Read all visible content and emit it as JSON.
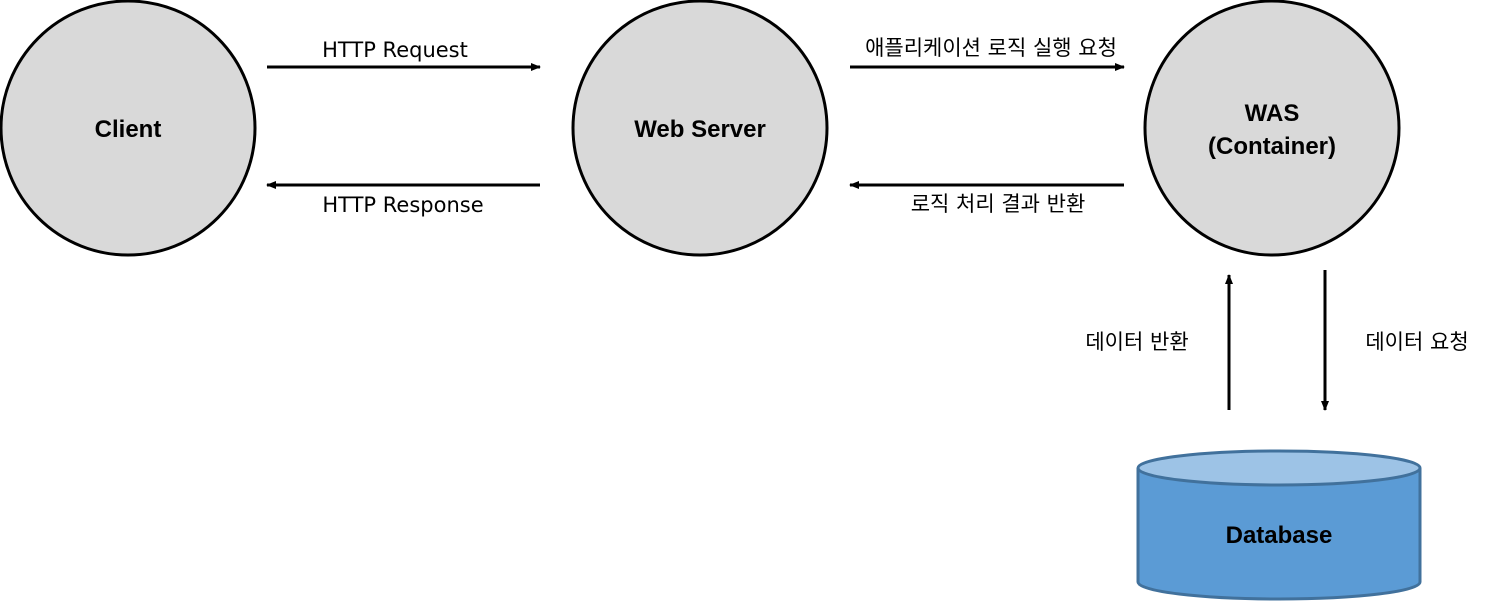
{
  "nodes": {
    "client": {
      "label": "Client"
    },
    "web_server": {
      "label": "Web Server"
    },
    "was": {
      "label_line1": "WAS",
      "label_line2": "(Container)"
    },
    "database": {
      "label": "Database"
    }
  },
  "edges": {
    "http_request": {
      "label": "HTTP Request"
    },
    "http_response": {
      "label": "HTTP Response"
    },
    "app_logic_request": {
      "label": "애플리케이션 로직 실행 요청"
    },
    "logic_result_return": {
      "label": "로직 처리 결과 반환"
    },
    "data_return": {
      "label": "데이터 반환"
    },
    "data_request": {
      "label": "데이터 요청"
    }
  },
  "colors": {
    "circle_fill": "#d9d9d9",
    "stroke": "#000000",
    "db_body": "#5b9bd5",
    "db_top": "#9dc3e6",
    "db_stroke": "#41719c"
  }
}
